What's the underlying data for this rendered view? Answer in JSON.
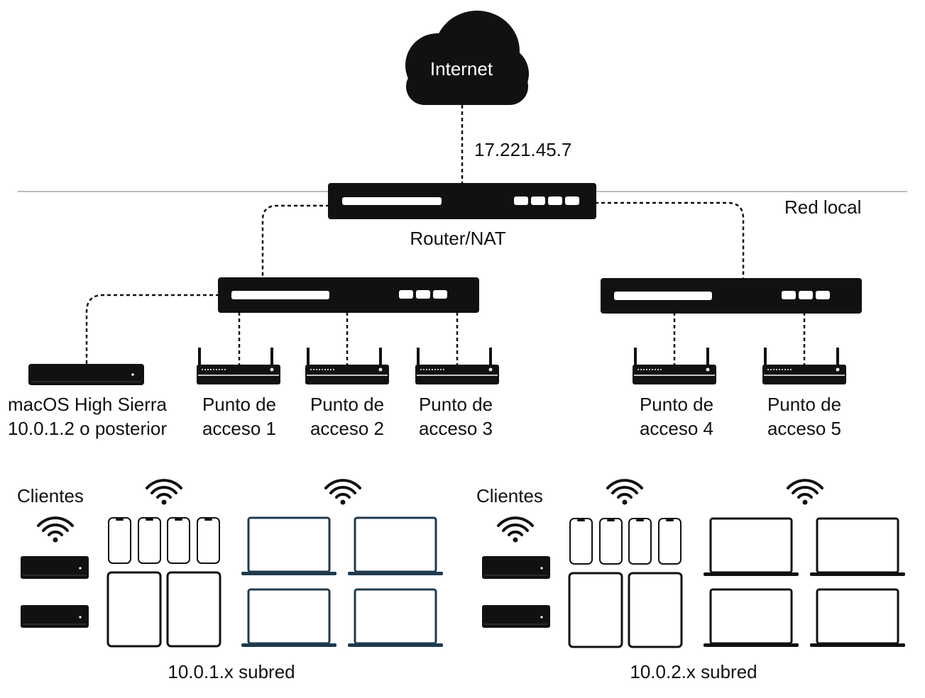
{
  "internet": {
    "label": "Internet"
  },
  "wan_ip": "17.221.45.7",
  "lan_label": "Red local",
  "router": {
    "label": "Router/NAT"
  },
  "server": {
    "line1": "macOS High Sierra",
    "line2": "10.0.1.2 o posterior"
  },
  "access_points": [
    {
      "line1": "Punto de",
      "line2": "acceso 1"
    },
    {
      "line1": "Punto de",
      "line2": "acceso 2"
    },
    {
      "line1": "Punto de",
      "line2": "acceso 3"
    },
    {
      "line1": "Punto de",
      "line2": "acceso 4"
    },
    {
      "line1": "Punto de",
      "line2": "acceso 5"
    }
  ],
  "subnets": [
    {
      "clients_label": "Clientes",
      "subnet_label": "10.0.1.x subred"
    },
    {
      "clients_label": "Clientes",
      "subnet_label": "10.0.2.x subred"
    }
  ],
  "colors": {
    "device": "#111111",
    "lan_line": "#bdbdbd",
    "laptop_edge_1": "#1f3a4d",
    "laptop_edge_2": "#111111"
  },
  "icons": {
    "cloud": "cloud-icon",
    "switch": "switch-icon",
    "router": "router-icon",
    "access_point": "access-point-icon",
    "mac_mini": "mac-mini-icon",
    "wifi": "wifi-icon",
    "phone": "phone-icon",
    "tablet": "tablet-icon",
    "laptop": "laptop-icon"
  }
}
